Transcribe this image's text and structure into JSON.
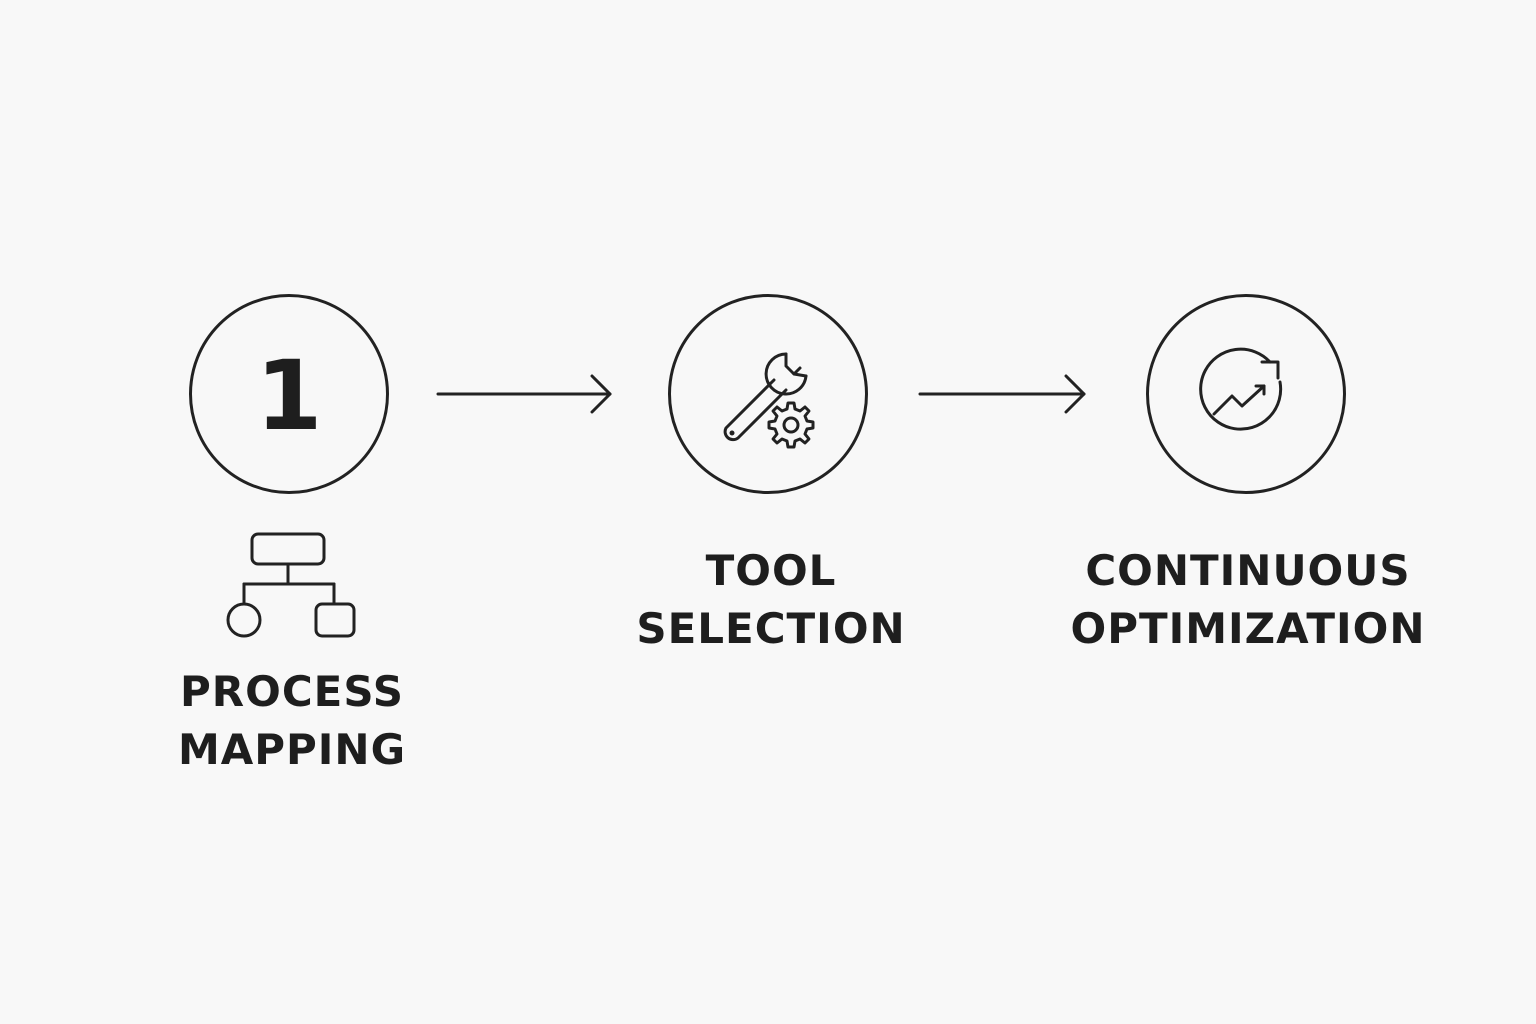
{
  "steps": [
    {
      "number": "1",
      "label_line1": "PROCESS",
      "label_line2": "MAPPING",
      "icon": "hierarchy-icon"
    },
    {
      "label_line1": "TOOL",
      "label_line2": "SELECTION",
      "icon": "wrench-gear-icon"
    },
    {
      "label_line1": "CONTINUOUS",
      "label_line2": "OPTIMIZATION",
      "icon": "trend-refresh-icon"
    }
  ],
  "colors": {
    "background": "#f8f8f8",
    "stroke": "#222222",
    "text": "#1e1e1e"
  }
}
